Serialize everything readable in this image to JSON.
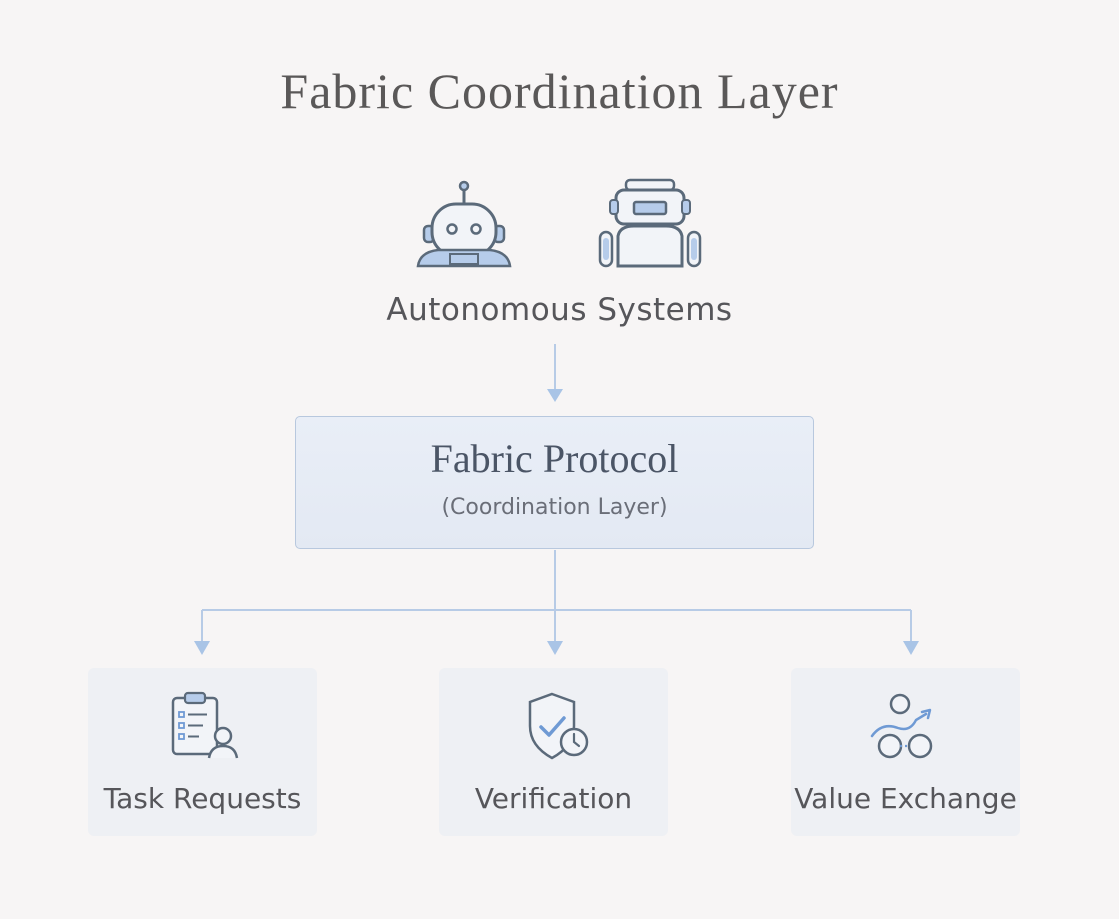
{
  "title": "Fabric Coordination Layer",
  "systems": {
    "label": "Autonomous Systems",
    "icons": [
      "robot-head-icon",
      "robot-body-icon"
    ]
  },
  "protocol": {
    "title": "Fabric Protocol",
    "subtitle": "(Coordination Layer)"
  },
  "outputs": [
    {
      "label": "Task Requests",
      "icon": "clipboard-user-icon"
    },
    {
      "label": "Verification",
      "icon": "shield-check-clock-icon"
    },
    {
      "label": "Value Exchange",
      "icon": "people-exchange-icon"
    }
  ],
  "colors": {
    "background": "#f7f5f5",
    "accent_blue": "#a9c4e6",
    "icon_stroke": "#5b6a7a",
    "icon_fill": "#b6ccea",
    "box_fill": "#e6ecf5",
    "card_fill": "#eef0f4"
  }
}
